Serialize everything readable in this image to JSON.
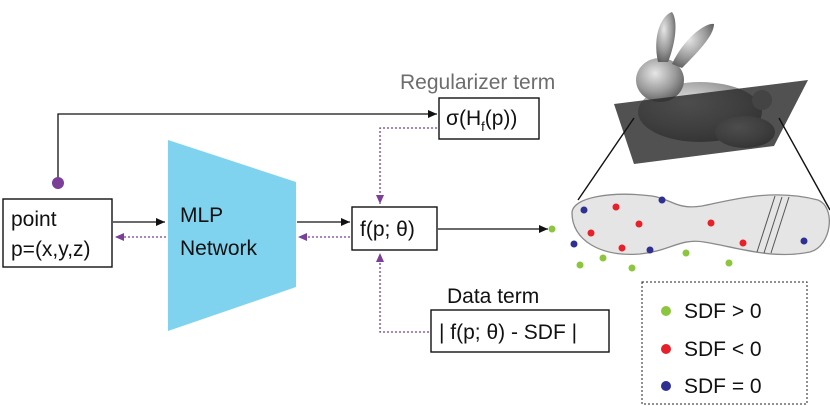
{
  "input_box": {
    "line1": "point",
    "line2": "p=(x,y,z)"
  },
  "network": {
    "line1": "MLP",
    "line2": "Network"
  },
  "output_box": {
    "label": "f(p; θ)"
  },
  "regularizer": {
    "title": "Regularizer term",
    "expr_prefix": "σ(H",
    "expr_sub": "f",
    "expr_suffix": "(p))"
  },
  "data_term": {
    "title": "Data term",
    "expr": "| f(p; θ) - SDF |"
  },
  "legend": {
    "items": [
      {
        "label": "SDF > 0",
        "color": "#8cc63f"
      },
      {
        "label": "SDF < 0",
        "color": "#e8202a"
      },
      {
        "label": "SDF = 0",
        "color": "#2e3192"
      }
    ]
  },
  "colors": {
    "network_fill": "#7fd3ee",
    "feedback_arrow": "#7b3f98",
    "dot": "#7b3f98"
  }
}
